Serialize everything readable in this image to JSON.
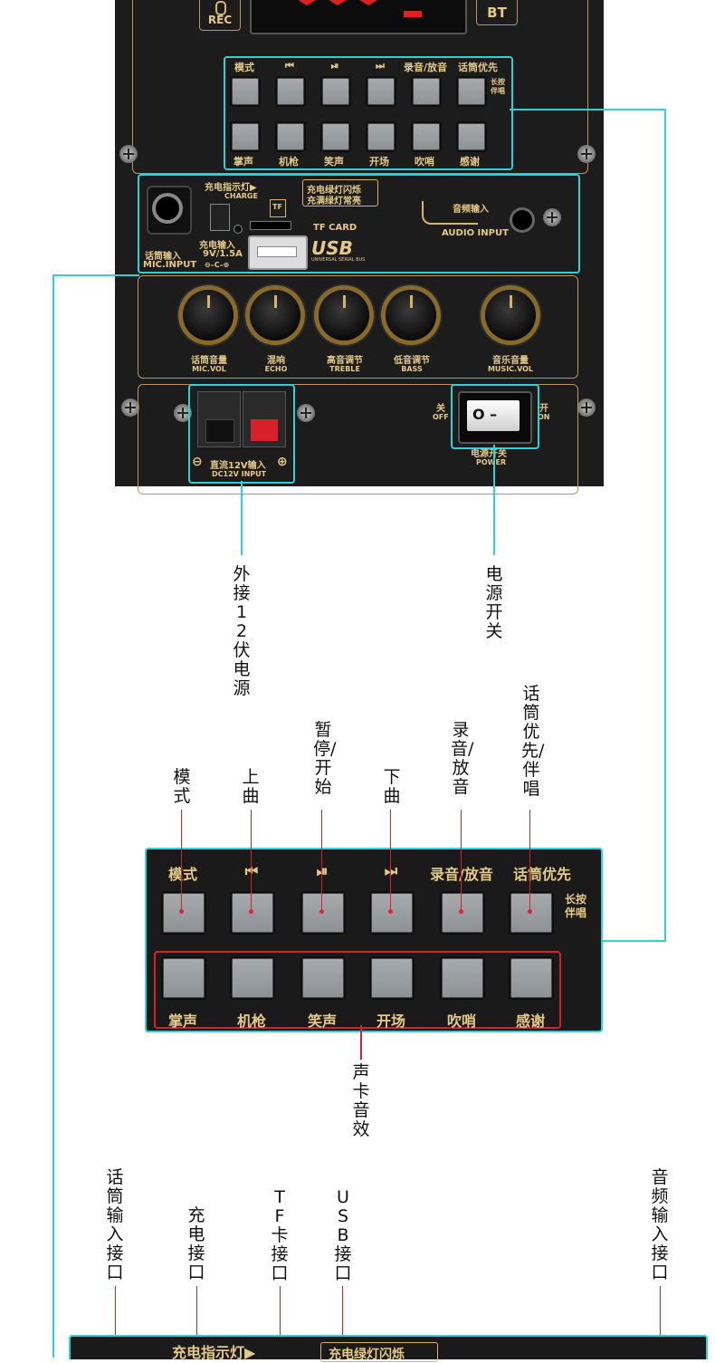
{
  "top_panel": {
    "rec_label": "REC",
    "bt_label": "BT",
    "button_labels_top": [
      "模式",
      "⏮",
      "⏯",
      "⏭",
      "录音/放音",
      "话筒优先"
    ],
    "long_press_label": "长按伴唱",
    "button_labels_bottom": [
      "掌声",
      "机枪",
      "笑声",
      "开场",
      "吹哨",
      "感谢"
    ],
    "charge_indicator_cn": "充电指示灯▶",
    "charge_indicator_en": "CHARGE",
    "charge_note_1": "充电绿灯闪烁",
    "charge_note_2": "充满绿灯常亮",
    "tf_small": "TF",
    "tf_card": "TF CARD",
    "usb_logo": "USB",
    "usb_sub": "UNIVERSAL SERIAL BUS",
    "charge_input_cn": "充电输入",
    "charge_input_spec": "9V/1.5A",
    "mic_input_cn": "话筒输入",
    "mic_input_en": "MIC.INPUT",
    "audio_input_cn": "音频输入",
    "audio_input_en": "AUDIO INPUT",
    "knobs": [
      {
        "cn": "话筒音量",
        "en": "MIC.VOL"
      },
      {
        "cn": "混响",
        "en": "ECHO"
      },
      {
        "cn": "高音调节",
        "en": "TREBLE"
      },
      {
        "cn": "低音调节",
        "en": "BASS"
      },
      {
        "cn": "音乐音量",
        "en": "MUSIC.VOL"
      }
    ],
    "dc_input_cn": "直流12V输入",
    "dc_input_en": "DC12V INPUT",
    "off_cn": "关",
    "off_en": "OFF",
    "on_cn": "开",
    "on_en": "ON",
    "power_cn": "电源开关",
    "power_en": "POWER",
    "switch_symbol": "O –"
  },
  "callouts_1": {
    "dc": "外接12伏电源",
    "power": "电源开关"
  },
  "callouts_2": {
    "mode": "模式",
    "prev": "上曲",
    "play": "暂停/开始",
    "next": "下曲",
    "record": "录音/放音",
    "mic_priority": "话筒优先/伴唱",
    "sound_effects": "声卡音效"
  },
  "zoom_panel": {
    "top_labels": [
      "模式",
      "⏮",
      "⏯",
      "⏭",
      "录音/放音",
      "话筒优先"
    ],
    "long_press": "长按伴唱",
    "bottom_labels": [
      "掌声",
      "机枪",
      "笑声",
      "开场",
      "吹哨",
      "感谢"
    ]
  },
  "callouts_3": {
    "mic": "话筒输入接口",
    "charge": "充电接口",
    "tf": "TF卡接口",
    "usb": "USB接口",
    "audio": "音频输入接口"
  },
  "bottom_strip": {
    "charge_indicator": "充电指示灯▶",
    "charge_note": "充电绿灯闪烁"
  },
  "colors": {
    "panel": "#1c1c1c",
    "gold": "#d8b46a",
    "cyan": "#2fd0d8",
    "red": "#d8202a"
  }
}
